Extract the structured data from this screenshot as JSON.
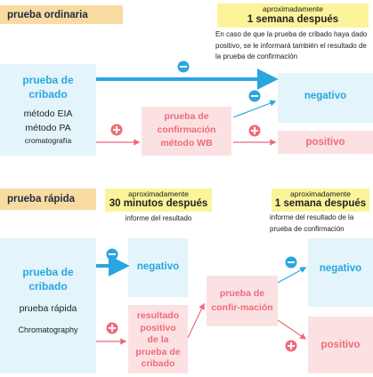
{
  "top": {
    "tag": "prueba ordinaria",
    "time_small": "aproximadamente",
    "time_big": "1 semana después",
    "note": "En caso de que la prueba de cribado haya dado positivo, se le informará también el resultado de la prueba de confirmación",
    "screen_title_1": "prueba de",
    "screen_title_2": "cribado",
    "method_1": "método EIA",
    "method_2": "método PA",
    "method_3": "cromatografía",
    "confirm_1": "prueba de",
    "confirm_2": "confirmación",
    "confirm_3": "método WB",
    "negative": "negativo",
    "positive": "positivo"
  },
  "bottom": {
    "tag": "prueba rápida",
    "time1_small": "aproximadamente",
    "time1_big": "30 minutos después",
    "time1_note": "informe del resultado",
    "time2_small": "aproximadamente",
    "time2_big": "1 semana después",
    "time2_note_1": "informe del resultado de la",
    "time2_note_2": "prueba de confirmación",
    "screen_title_1": "prueba de",
    "screen_title_2": "cribado",
    "method_1": "prueba rápida",
    "method_2": "Chromatography",
    "negative": "negativo",
    "result_1": "resultado",
    "result_2": "positivo",
    "result_3": "de la",
    "result_4": "prueba de",
    "result_5": "cribado",
    "confirm_1": "prueba de",
    "confirm_2": "confir-mación",
    "negative2": "negativo",
    "positive2": "positivo"
  },
  "colors": {
    "blue": "#29a6df",
    "pink": "#ef6b79",
    "tag_bg": "#f8dba0",
    "time_bg": "#fbf49a"
  },
  "icons": {
    "minus": "minus-circle-icon",
    "plus": "plus-circle-icon"
  }
}
